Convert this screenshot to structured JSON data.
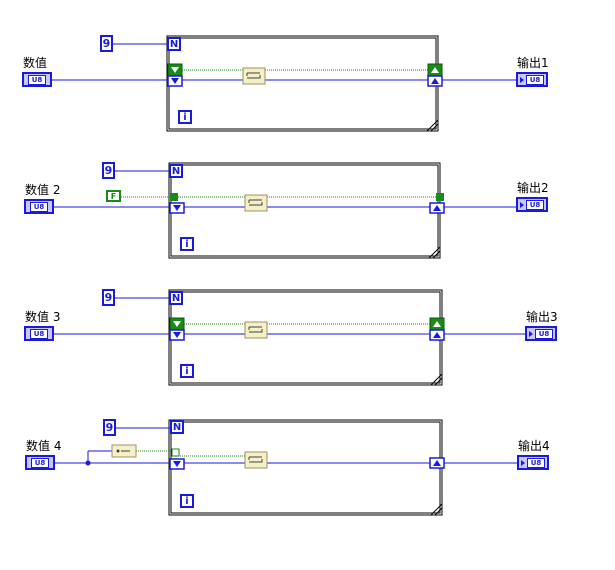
{
  "loops": [
    {
      "input_label": "数值",
      "output_label": "输出1",
      "count_constant": "9",
      "count_terminal": "N",
      "iteration_terminal": "i",
      "input_type": "U8",
      "output_type": "U8",
      "register": "shift-register",
      "variant": "rotate"
    },
    {
      "input_label": "数值 2",
      "output_label": "输出2",
      "count_constant": "9",
      "count_terminal": "N",
      "iteration_terminal": "i",
      "boolean_constant": "F",
      "input_type": "U8",
      "output_type": "U8",
      "register": "tunnel",
      "variant": "rotate-with-carry"
    },
    {
      "input_label": "数值 3",
      "output_label": "输出3",
      "count_constant": "9",
      "count_terminal": "N",
      "iteration_terminal": "i",
      "input_type": "U8",
      "output_type": "U8",
      "register": "shift-register",
      "variant": "rotate"
    },
    {
      "input_label": "数值 4",
      "output_label": "输出4",
      "count_constant": "9",
      "count_terminal": "N",
      "iteration_terminal": "i",
      "input_type": "U8",
      "output_type": "U8",
      "register": "tunnel",
      "variant": "split-rotate"
    }
  ],
  "colors": {
    "wire_numeric": "#1a1adc",
    "wire_boolean": "#1a8a1a",
    "loop_border": "#000000",
    "node_fill": "#f5f0c8"
  }
}
